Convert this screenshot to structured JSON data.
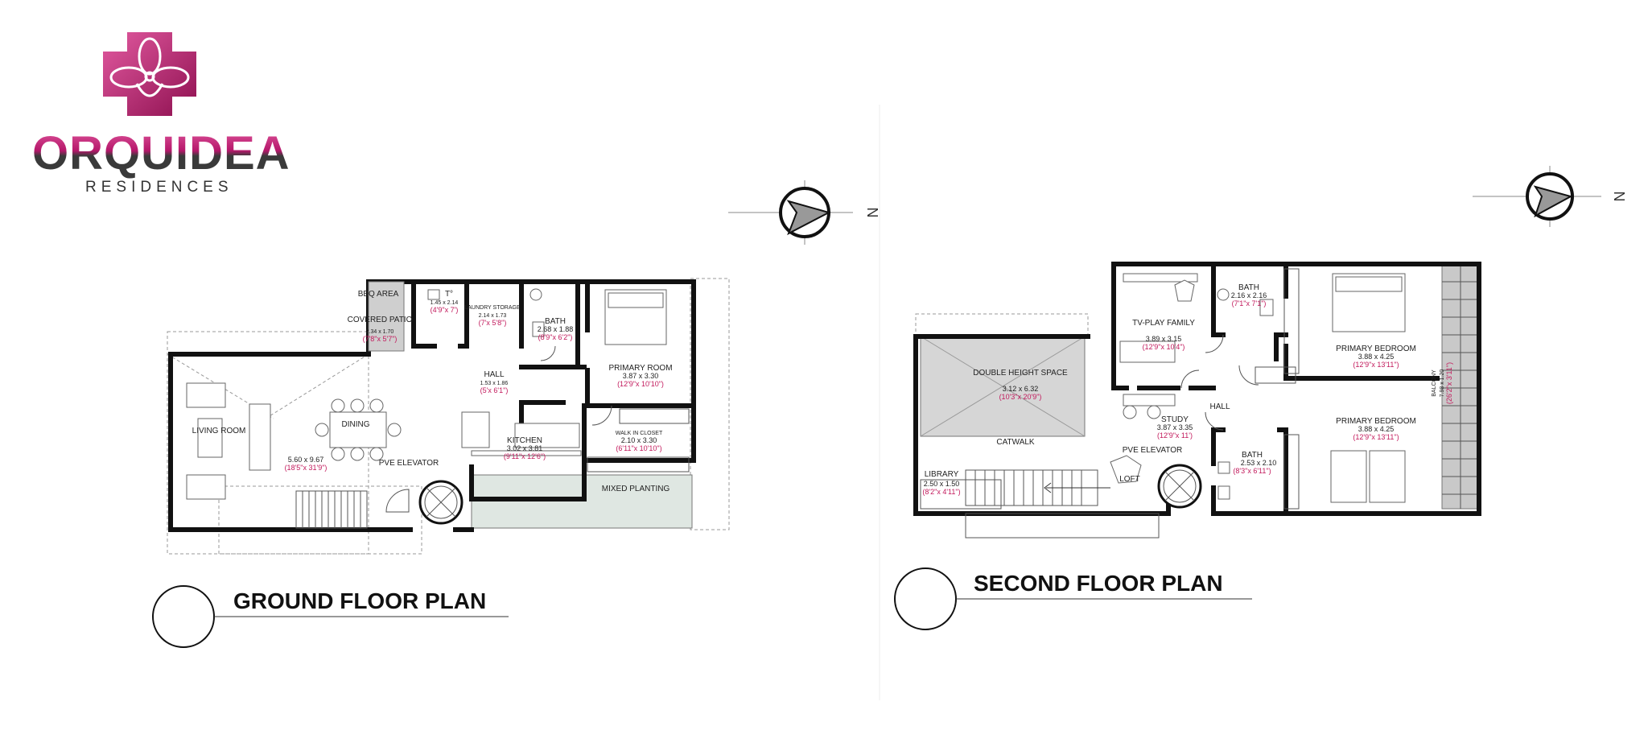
{
  "brand": {
    "name": "ORQUIDEA",
    "subtitle": "RESIDENCES",
    "colors": {
      "primary": "#b5176a",
      "light": "#e25aa0",
      "dark": "#3a3a3a"
    }
  },
  "compass_label": "N",
  "ground_floor": {
    "title": "GROUND FLOOR PLAN",
    "rooms": {
      "bbq": {
        "name": "BBQ AREA"
      },
      "covered_patio": {
        "name": "COVERED PATIO",
        "dim": "2.34 x 1.70",
        "imperial": "(7'8\"x 5'7\")"
      },
      "toilet": {
        "name": "T°",
        "dim": "1.45 x 2.14",
        "imperial": "(4'9\"x 7')"
      },
      "laundry": {
        "name": "LAUNDRY STORAGE",
        "dim": "2.14 x 1.73",
        "imperial": "(7'x 5'8\")"
      },
      "bath": {
        "name": "BATH",
        "dim": "2.68 x 1.88",
        "imperial": "(8'9\"x 6'2\")"
      },
      "primary_room": {
        "name": "PRIMARY ROOM",
        "dim": "3.87 x 3.30",
        "imperial": "(12'9\"x 10'10\")"
      },
      "hall": {
        "name": "HALL",
        "dim": "1.53 x 1.86",
        "imperial": "(5'x 6'1\")"
      },
      "living_room": {
        "name": "LIVING ROOM"
      },
      "dining": {
        "name": "DINING"
      },
      "living_dining": {
        "dim": "5.60 x 9.67",
        "imperial": "(18'5\"x 31'9\")"
      },
      "elevator": {
        "name": "PVE ELEVATOR"
      },
      "kitchen": {
        "name": "KITCHEN",
        "dim": "3.02 x 3.81",
        "imperial": "(9'11\"x 12'6\")"
      },
      "walk_in_closet": {
        "name": "WALK IN CLOSET",
        "dim": "2.10 x 3.30",
        "imperial": "(6'11\"x 10'10\")"
      },
      "mixed_planting": {
        "name": "MIXED PLANTING"
      }
    }
  },
  "second_floor": {
    "title": "SECOND FLOOR PLAN",
    "rooms": {
      "double_height": {
        "name": "DOUBLE HEIGHT SPACE",
        "dim": "3.12 x 6.32",
        "imperial": "(10'3\"x 20'9\")"
      },
      "tv_play": {
        "name": "TV-PLAY FAMILY",
        "dim": "3.89 x 3.15",
        "imperial": "(12'9\"x 10'4\")"
      },
      "bath_top": {
        "name": "BATH",
        "dim": "2.16 x 2.16",
        "imperial": "(7'1\"x 7'1\")"
      },
      "primary_bedroom_1": {
        "name": "PRIMARY BEDROOM",
        "dim": "3.88 x 4.25",
        "imperial": "(12'9\"x 13'11\")"
      },
      "balcony": {
        "name": "BALCONY",
        "dim": "7.98 x 1.20",
        "imperial": "(26'2\"x 3'11\")"
      },
      "hall": {
        "name": "HALL"
      },
      "study": {
        "name": "STUDY",
        "dim": "3.87 x 3.35",
        "imperial": "(12'9\"x 11')"
      },
      "elevator": {
        "name": "PVE ELEVATOR"
      },
      "catwalk": {
        "name": "CATWALK"
      },
      "library": {
        "name": "LIBRARY",
        "dim": "2.50 x 1.50",
        "imperial": "(8'2\"x 4'11\")"
      },
      "loft": {
        "name": "LOFT"
      },
      "bath_bottom": {
        "name": "BATH",
        "dim": "2.53 x 2.10",
        "imperial": "(8'3\"x 6'11\")"
      },
      "primary_bedroom_2": {
        "name": "PRIMARY BEDROOM",
        "dim": "3.88 x 4.25",
        "imperial": "(12'9\"x 13'11\")"
      }
    }
  }
}
